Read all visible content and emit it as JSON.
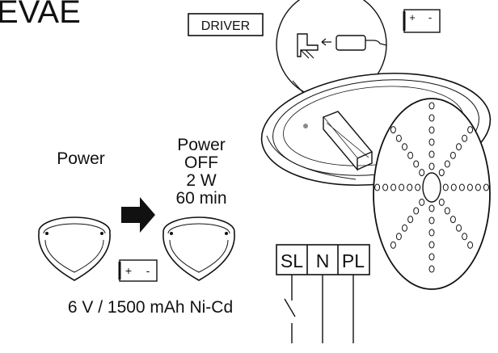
{
  "title": "EVAE",
  "driver_label": "DRIVER",
  "power_label": "Power",
  "state": {
    "line1": "Power",
    "line2": "OFF",
    "line3": "2 W",
    "line4": "60 min"
  },
  "battery": {
    "plus": "+",
    "minus": "-",
    "spec": "6 V / 1500 mAh Ni-Cd"
  },
  "terminals": [
    "SL",
    "N",
    "PL"
  ],
  "colors": {
    "stroke": "#111111",
    "fill": "#ffffff",
    "grey": "#8a8a8a"
  }
}
